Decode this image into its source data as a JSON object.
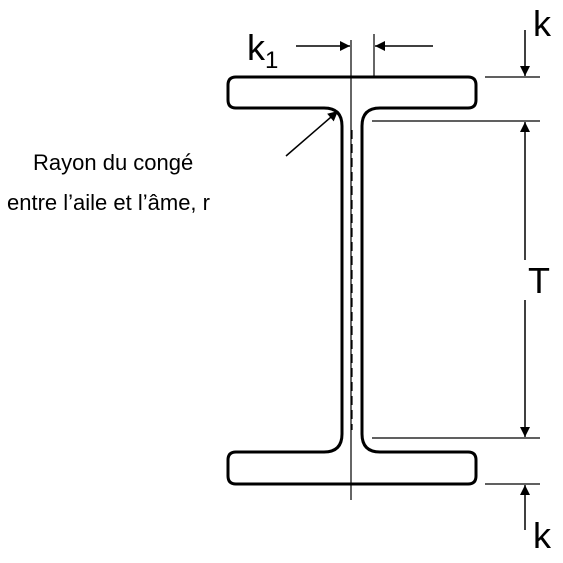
{
  "labels": {
    "k1_main": "k",
    "k1_sub": "1",
    "k_top": "k",
    "k_bottom": "k",
    "T": "T",
    "fillet_line1": "Rayon du congé",
    "fillet_line2": "entre l’aile et l’âme, r"
  },
  "colors": {
    "stroke": "#000000",
    "background": "#ffffff"
  }
}
